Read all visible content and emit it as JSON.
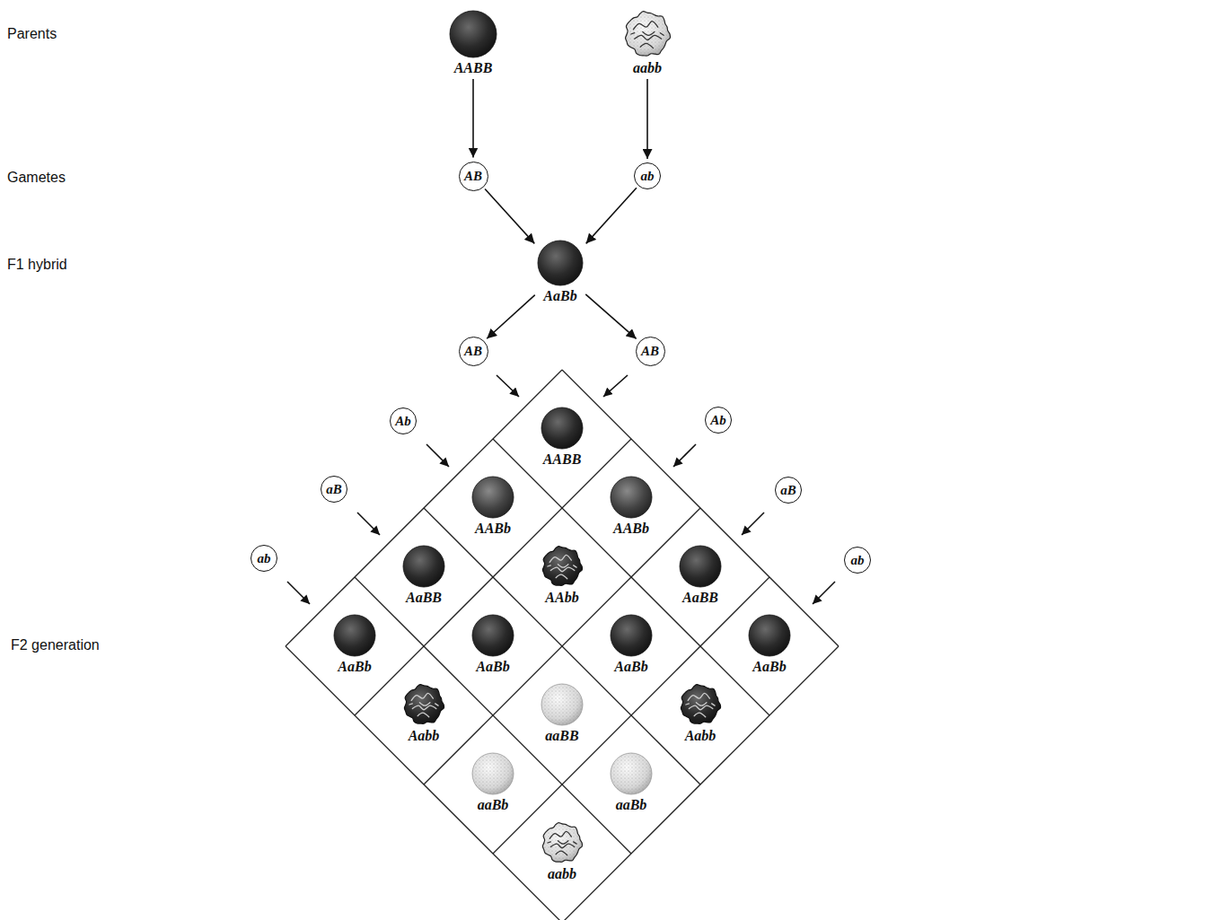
{
  "diagram": {
    "nodes": [
      {
        "text": [
          "AABB"
        ]
      },
      {
        "text": [
          "aabb"
        ]
      },
      {
        "text": [
          "AB"
        ]
      },
      {
        "text": [
          "ab"
        ]
      },
      {
        "text": [
          "AaBb"
        ]
      },
      {
        "text": [
          "AB"
        ]
      },
      {
        "text": [
          "AB"
        ]
      },
      {
        "text": [
          "Ab"
        ]
      },
      {
        "text": [
          "Ab"
        ]
      },
      {
        "text": [
          "AABB"
        ]
      },
      {
        "text": [
          "aB"
        ]
      },
      {
        "text": [
          "aB"
        ]
      },
      {
        "text": [
          "AABb"
        ]
      },
      {
        "text": [
          "AABb"
        ]
      },
      {
        "text": [
          "ab"
        ]
      },
      {
        "text": [
          "ab"
        ]
      },
      {
        "text": [
          "AaBB"
        ]
      },
      {
        "text": [
          "AAbb"
        ]
      },
      {
        "text": [
          "AaBB"
        ]
      },
      {
        "text": [
          "AaBb"
        ]
      },
      {
        "text": [
          "AaBb"
        ]
      },
      {
        "text": [
          "AaBb"
        ]
      },
      {
        "text": [
          "AaBb"
        ]
      },
      {
        "text": [
          "Aabb"
        ]
      },
      {
        "text": [
          "aaBB"
        ]
      },
      {
        "text": [
          "Aabb"
        ]
      },
      {
        "text": [
          "aaBb"
        ]
      },
      {
        "text": [
          "aaBb"
        ]
      },
      {
        "text": [
          "aabb"
        ]
      }
    ],
    "edges": [
      {
        "from": 0,
        "to": 2,
        "arrow": "to"
      },
      {
        "from": 1,
        "to": 3,
        "arrow": "to"
      },
      {
        "from": 2,
        "to": 4,
        "arrow": "to"
      },
      {
        "from": 3,
        "to": 4,
        "arrow": "to"
      },
      {
        "from": 4,
        "to": 5,
        "arrow": "to"
      },
      {
        "from": 4,
        "to": 6,
        "arrow": "to"
      }
    ],
    "labels": [
      "Parents",
      "Gametes",
      "F1 hybrid",
      "F2 generation"
    ]
  }
}
